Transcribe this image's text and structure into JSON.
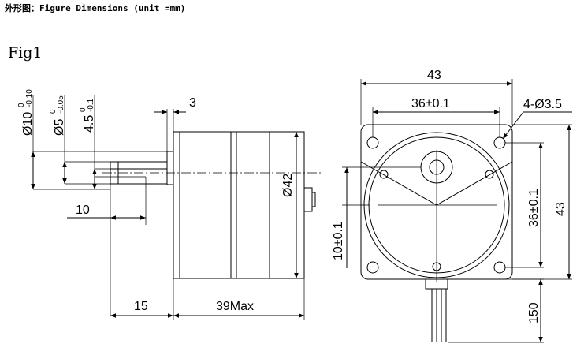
{
  "header": "外形图：Figure Dimensions (unit =mm)",
  "figure_label": "Fig1",
  "side_view": {
    "dia_shaft": "Ø10",
    "dia_shaft_upper": "0",
    "dia_shaft_lower": "-0.10",
    "dia_flat": "Ø5",
    "dia_flat_upper": "0",
    "dia_flat_lower": "-0.05",
    "flat_width": "4.5",
    "flat_width_upper": "0",
    "flat_width_lower": "-0.1",
    "boss_length": "3",
    "flat_length": "10",
    "body_dia": "Ø42",
    "shaft_length": "15",
    "body_length": "39Max"
  },
  "front_view": {
    "width": "43",
    "hole_pitch_h": "36±0.1",
    "holes": "4-Ø3.5",
    "hole_pitch_v": "36±0.1",
    "height": "43",
    "center_offset": "10±0.1",
    "lead_length": "150"
  }
}
